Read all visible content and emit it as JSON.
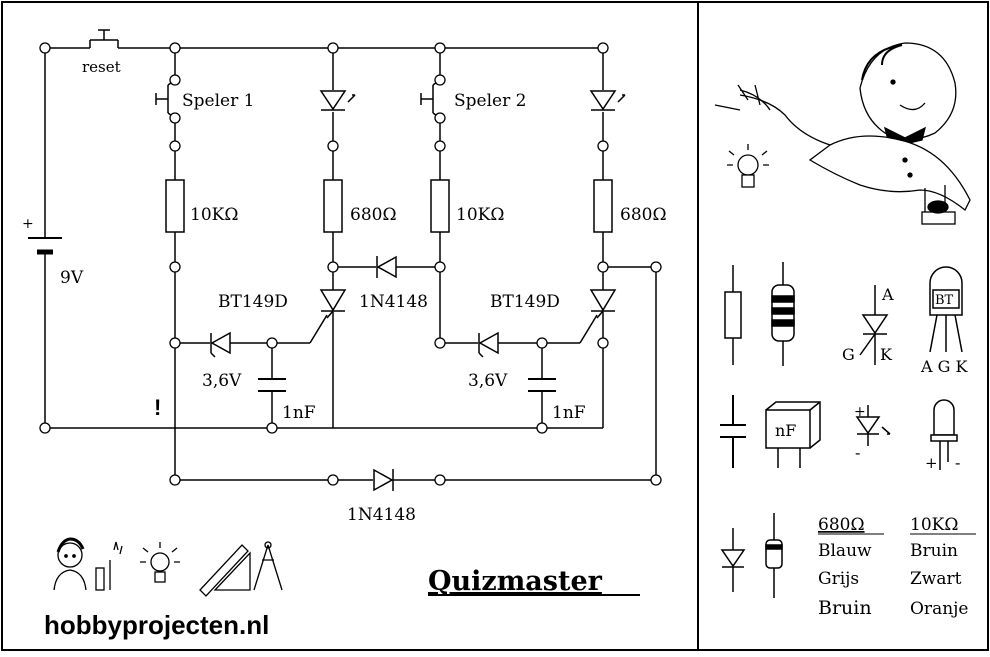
{
  "circuit": {
    "reset_label": "reset",
    "player1_label": "Speler 1",
    "player2_label": "Speler 2",
    "r1_label": "10KΩ",
    "r2_label": "680Ω",
    "r3_label": "10KΩ",
    "r4_label": "680Ω",
    "battery_label": "9V",
    "battery_plus": "+",
    "thyristor1_label": "BT149D",
    "thyristor2_label": "BT149D",
    "diode_mid_label": "1N4148",
    "diode_bottom_label": "1N4148",
    "zener1_label": "3,6V",
    "zener2_label": "3,6V",
    "cap1_label": "1nF",
    "cap2_label": "1nF",
    "warning_mark": "!"
  },
  "branding": {
    "site": "hobbyprojecten.nl",
    "title": "Quizmaster"
  },
  "legend": {
    "thyristor_a": "A",
    "thyristor_g": "G",
    "thyristor_k": "K",
    "package_bt": "BT",
    "package_pins": "A G K",
    "cap_package": "nF",
    "led_plus": "+",
    "led_minus": "-",
    "led_pkg_plus": "+",
    "led_pkg_minus": "-",
    "r680_title": "680Ω",
    "r680_band1": "Blauw",
    "r680_band2": "Grijs",
    "r680_band3": "Bruin",
    "r10k_title": "10KΩ",
    "r10k_band1": "Bruin",
    "r10k_band2": "Zwart",
    "r10k_band3": "Oranje"
  }
}
